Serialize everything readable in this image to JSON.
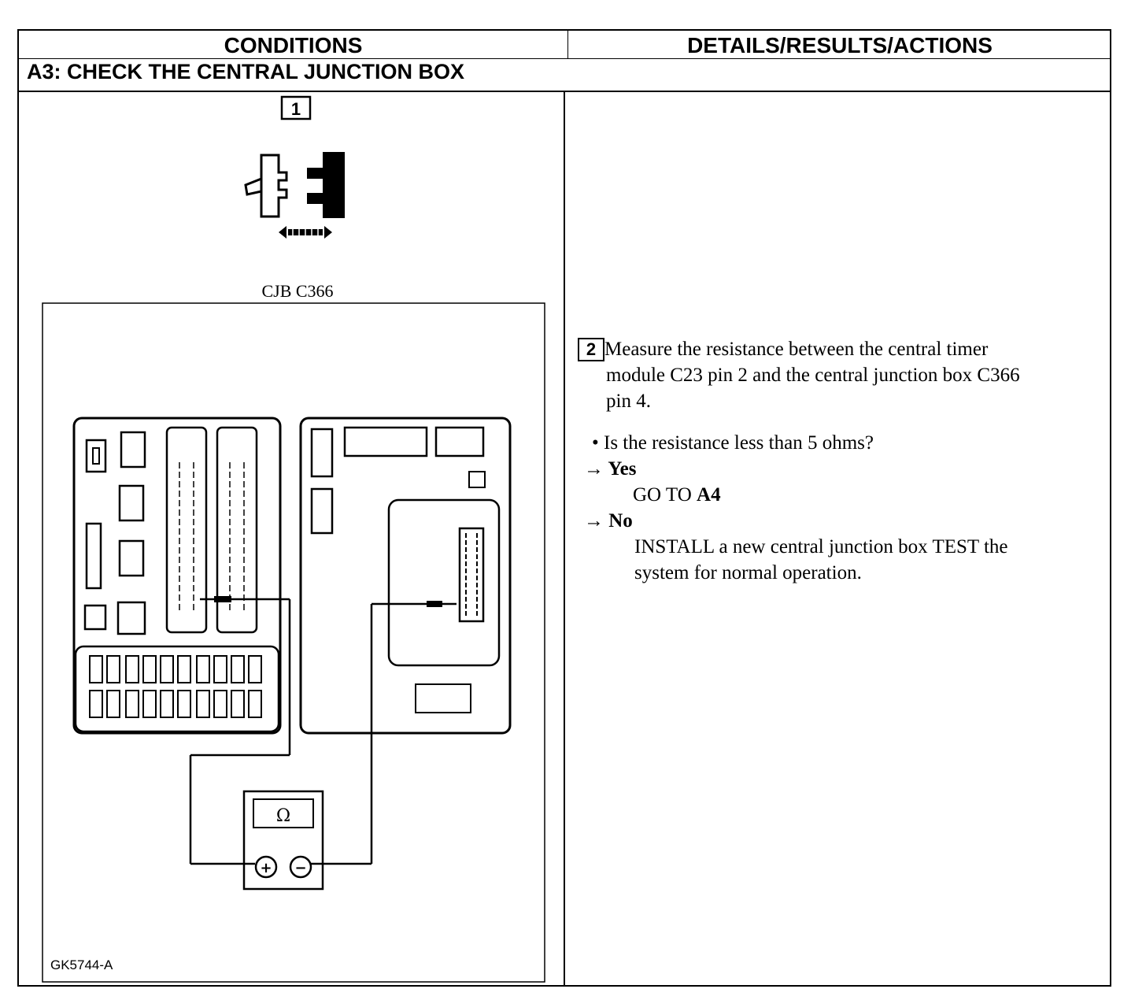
{
  "header": {
    "conditions": "CONDITIONS",
    "details": "DETAILS/RESULTS/ACTIONS"
  },
  "section_title": "A3: CHECK THE CENTRAL JUNCTION BOX",
  "left": {
    "step1_number": "1",
    "connector_label": "CJB C366",
    "figure_code": "GK5744-A",
    "meter_symbol": "Ω",
    "meter_plus": "+",
    "meter_minus": "−"
  },
  "right": {
    "step2_number": "2",
    "step2_text_line1": "Measure the resistance between the central timer",
    "step2_text_line2": "module C23 pin 2 and the central junction box C366",
    "step2_text_line3": "pin 4.",
    "question": "• Is the resistance less than 5 ohms?",
    "yes_label": "→ Yes",
    "yes_action_prefix": "GO TO ",
    "yes_action_target": "A4",
    "no_label": "→ No",
    "no_action_line1": "INSTALL a new central junction box TEST the",
    "no_action_line2": "system for normal operation."
  }
}
